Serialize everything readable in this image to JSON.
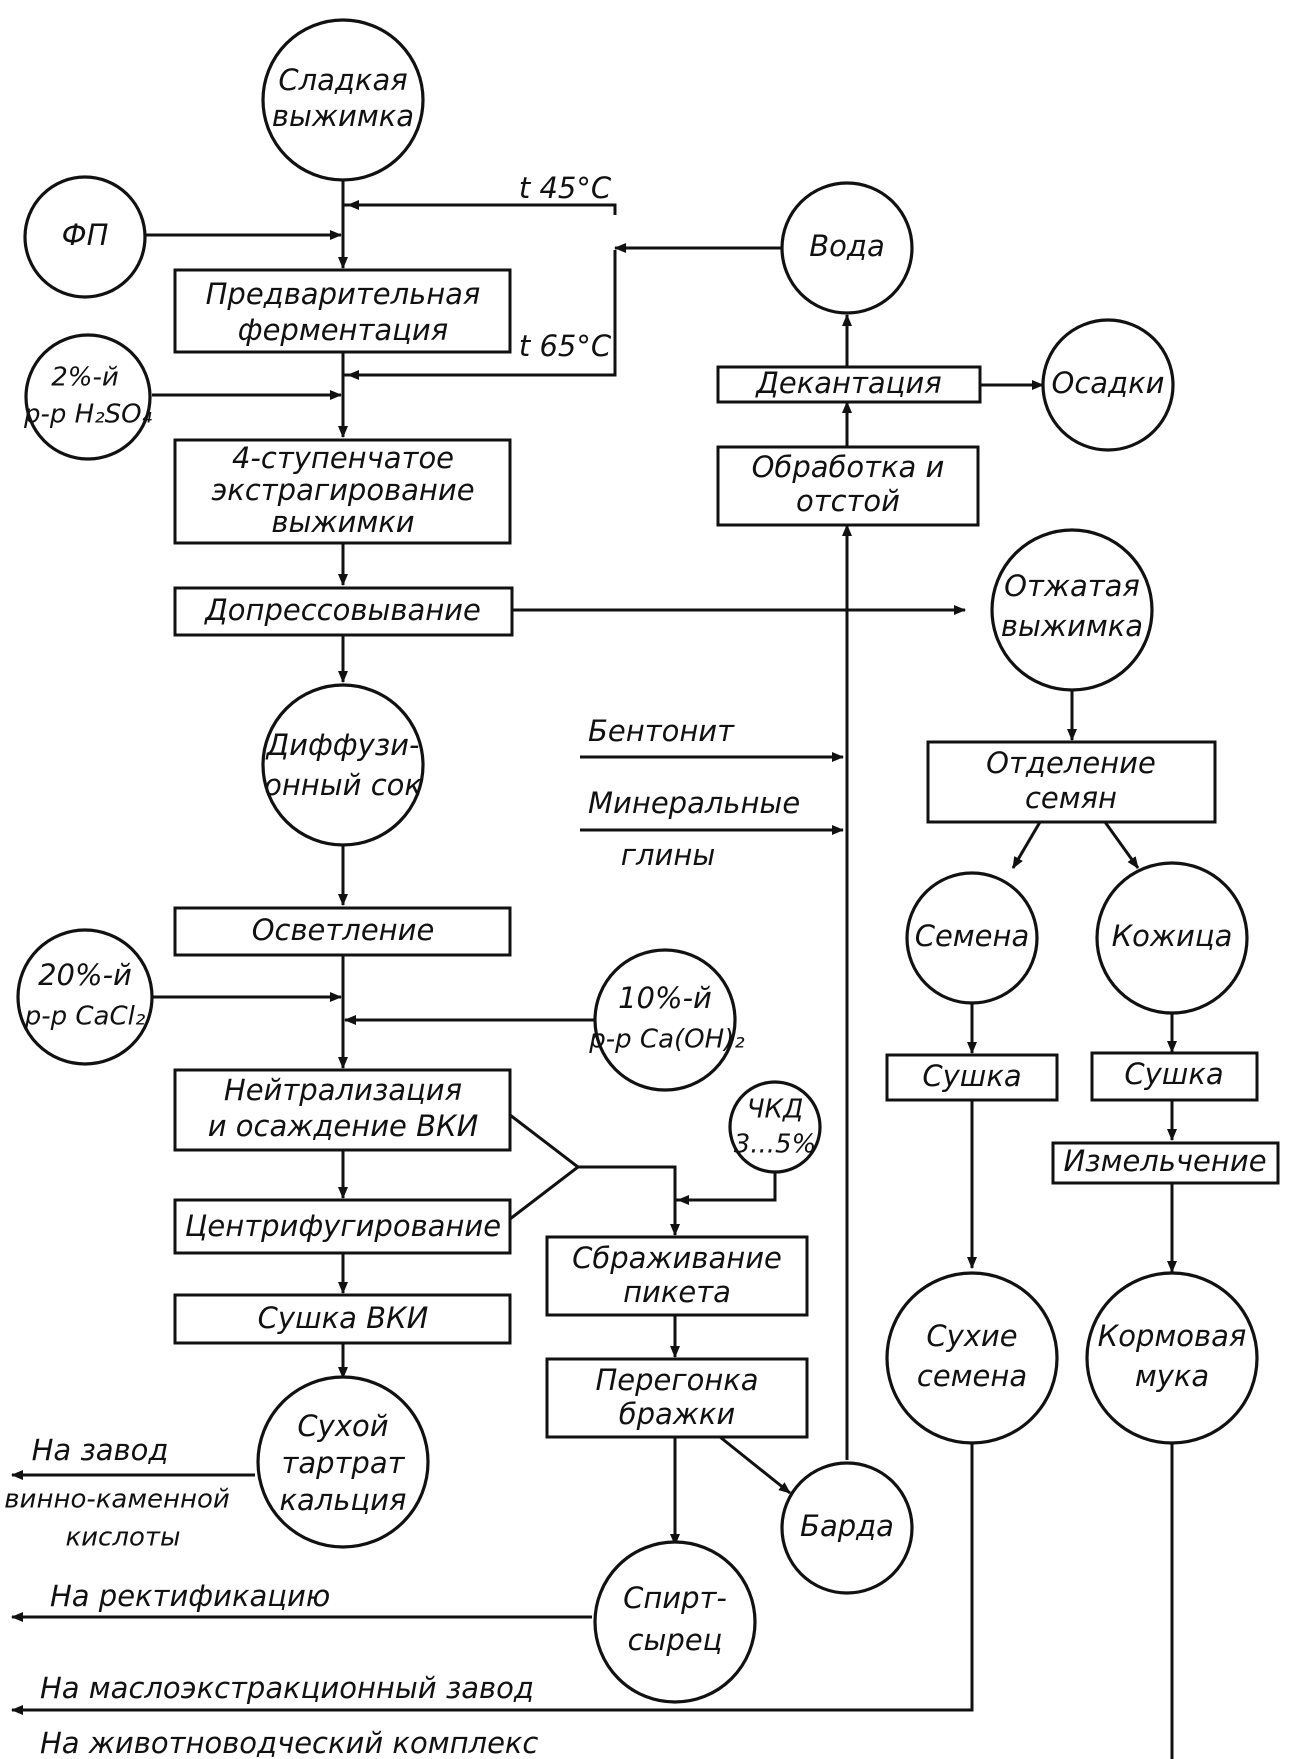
{
  "nodes": {
    "sweet_pomace": [
      "Сладкая",
      "выжимка"
    ],
    "fp": [
      "ФП"
    ],
    "acid_solution": [
      "2%-й",
      "р-р H₂SO₄"
    ],
    "water": [
      "Вода"
    ],
    "sediments": [
      "Осадки"
    ],
    "pressed_pomace": [
      "Отжатая",
      "выжимка"
    ],
    "diffusion_juice": [
      "Диффузи-",
      "онный сок"
    ],
    "cacl2_solution": [
      "20%-й",
      "р-р CaCl₂"
    ],
    "caoh2_solution": [
      "10%-й",
      "р-р Ca(OH)₂"
    ],
    "chkd": [
      "ЧКД",
      "3...5%"
    ],
    "seeds": [
      "Семена"
    ],
    "skins": [
      "Кожица"
    ],
    "dry_tartrate": [
      "Сухой",
      "тартрат",
      "кальция"
    ],
    "stillage": [
      "Барда"
    ],
    "raw_spirit": [
      "Спирт-",
      "сырец"
    ],
    "dry_seeds": [
      "Сухие",
      "семена"
    ],
    "feed_meal": [
      "Кормовая",
      "мука"
    ]
  },
  "processes": {
    "pre_fermentation": [
      "Предварительная",
      "ферментация"
    ],
    "extraction": [
      "4-ступенчатое",
      "экстрагирование",
      "выжимки"
    ],
    "pressing": [
      "Допрессовывание"
    ],
    "clarification": [
      "Осветление"
    ],
    "neutralization": [
      "Нейтрализация",
      "и осаждение ВКИ"
    ],
    "centrifugation": [
      "Центрифугирование"
    ],
    "drying_vki": [
      "Сушка ВКИ"
    ],
    "fermentation_piquette": [
      "Сбраживание",
      "пикета"
    ],
    "distillation": [
      "Перегонка",
      "бражки"
    ],
    "treatment_settling": [
      "Обработка и",
      "отстой"
    ],
    "decantation": [
      "Декантация"
    ],
    "seed_separation": [
      "Отделение",
      "семян"
    ],
    "drying_seeds": [
      "Сушка"
    ],
    "drying_skins": [
      "Сушка"
    ],
    "grinding": [
      "Измельчение"
    ]
  },
  "labels": {
    "temp_45": "t 45°C",
    "temp_65": "t 65°C",
    "bentonite": "Бентонит",
    "mineral_clays": [
      "Минеральные",
      "глины"
    ],
    "to_tartaric_plant": [
      "На завод",
      "винно-каменной",
      "кислоты"
    ],
    "to_rectification": "На ректификацию",
    "to_oil_plant": "На маслоэкстракционный завод",
    "to_livestock": "На животноводческий комплекс"
  }
}
